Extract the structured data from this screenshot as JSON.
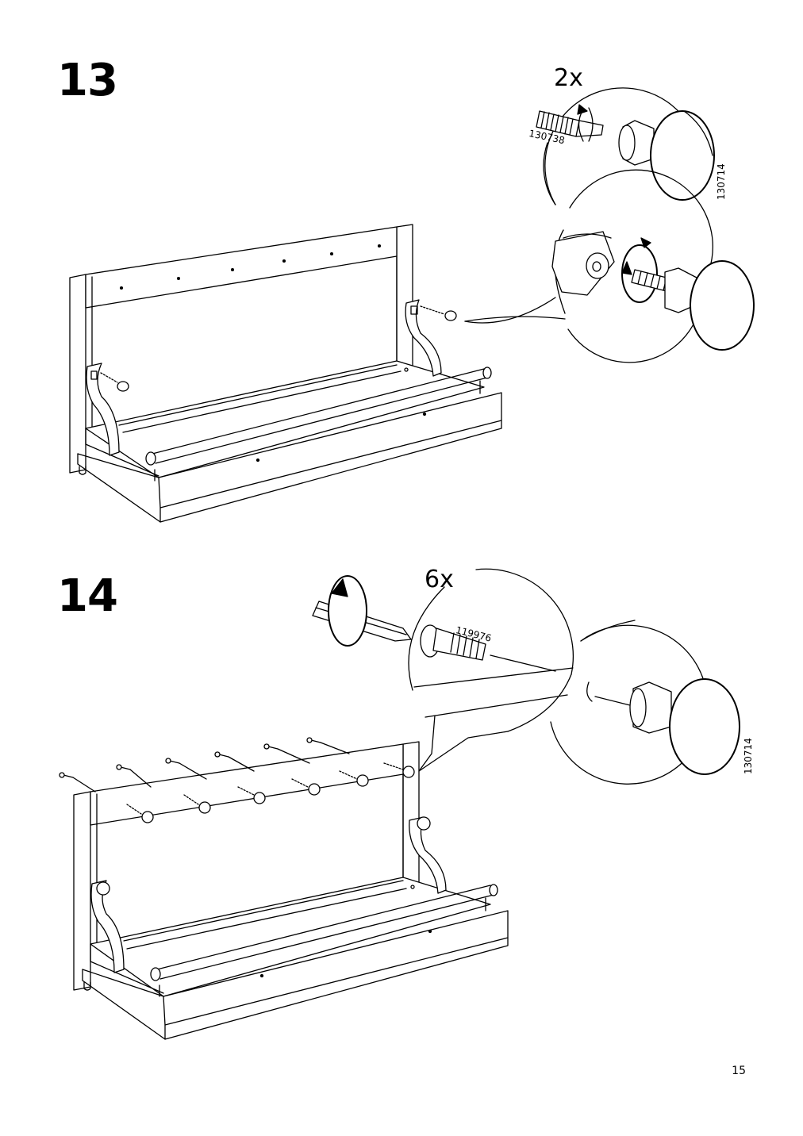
{
  "steps": [
    {
      "number": "13",
      "quantity": "2x",
      "part_numbers": [
        "130738",
        "130714"
      ]
    },
    {
      "number": "14",
      "quantity": "6x",
      "part_numbers": [
        "119976",
        "130714"
      ]
    }
  ],
  "page_number": "15",
  "icons": [
    "bolt-icon",
    "knob-icon",
    "allen-key-icon",
    "screwdriver-icon",
    "rotate-arrow-icon",
    "bench-frame-illustration"
  ]
}
